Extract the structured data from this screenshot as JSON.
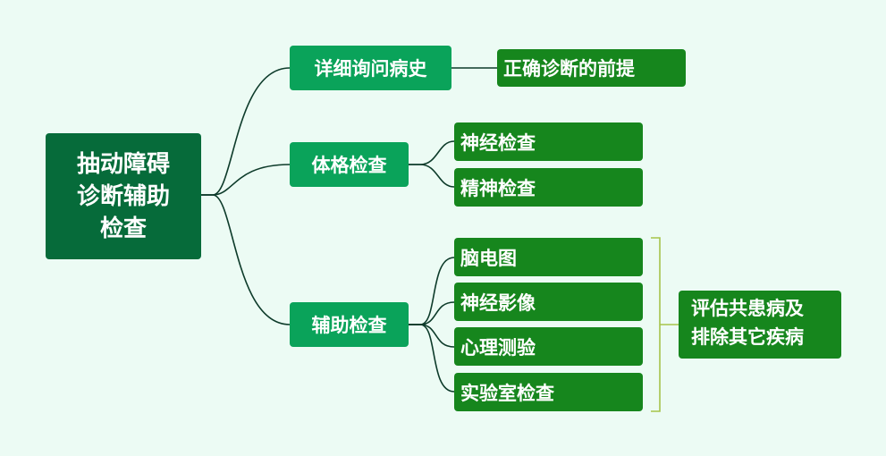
{
  "root": {
    "lines": [
      "抽动障碍",
      "诊断辅助",
      "检查"
    ]
  },
  "branches": [
    {
      "label": "详细询问病史",
      "children": [
        "正确诊断的前提"
      ]
    },
    {
      "label": "体格检查",
      "children": [
        "神经检查",
        "精神检查"
      ]
    },
    {
      "label": "辅助检查",
      "children": [
        "脑电图",
        "神经影像",
        "心理测验",
        "实验室检查"
      ]
    }
  ],
  "summary": {
    "lines": [
      "评估共患病及",
      "排除其它疾病"
    ]
  },
  "colors": {
    "background": "#ecfbf4",
    "root": "#066b3a",
    "branch": "#0aa35a",
    "leaf": "#16861d",
    "connector": "#0d3b2a",
    "bracket": "#a6c44a"
  }
}
